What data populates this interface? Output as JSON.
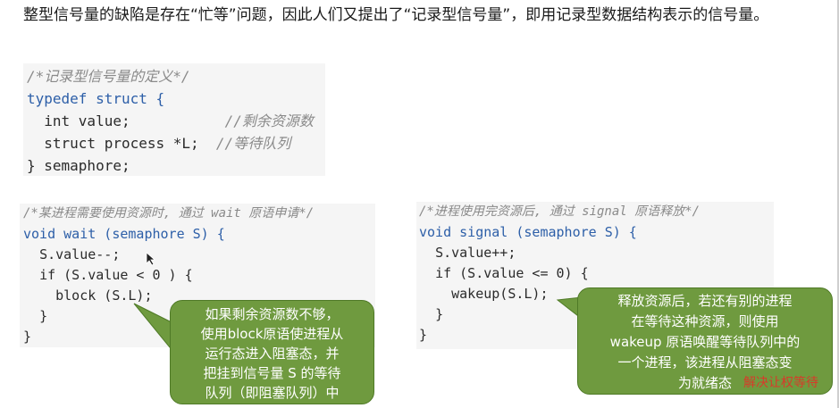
{
  "intro_text": "整型信号量的缺陷是存在“忙等”问题，因此人们又提出了“记录型信号量”，即用记录型数据结构表示的信号量。",
  "struct_block": {
    "comment": "/*记录型信号量的定义*/",
    "line1": "typedef struct {",
    "value_decl": "int value;",
    "value_comment": "//剩余资源数",
    "process_decl": "struct process *L;",
    "process_comment": "//等待队列",
    "close": "} semaphore;"
  },
  "wait_block": {
    "comment": "/*某进程需要使用资源时, 通过 wait 原语申请*/",
    "signature": "void wait (semaphore S) {",
    "decrement": "S.value--;",
    "if_line": "if (S.value < 0 ) {",
    "block_call": "block (S.L);",
    "inner_close": "}",
    "close": "}"
  },
  "signal_block": {
    "comment": "/*进程使用完资源后, 通过 signal 原语释放*/",
    "signature": "void signal (semaphore S) {",
    "increment": "S.value++;",
    "if_line": "if (S.value <= 0) {",
    "wakeup_call": "wakeup(S.L);",
    "inner_close": "}",
    "close": "}"
  },
  "callout_left": {
    "text": "如果剩余资源数不够，\n使用block原语使进程从\n运行态进入阻塞态，并\n把挂到信号量 S 的等待\n队列（即阻塞队列）中"
  },
  "callout_right": {
    "text": "释放资源后，若还有别的进程\n在等待这种资源，则使用\nwakeup 原语唤醒等待队列中的\n一个进程，该进程从阻塞态变\n为就绪态"
  },
  "watermark": "解决让权等待",
  "colors": {
    "callout_fill": "#6f9a3f",
    "code_bg": "#f5f5f5",
    "keyword": "#2d5fa8",
    "comment": "#8a8a8a",
    "watermark": "#d83a2a"
  }
}
